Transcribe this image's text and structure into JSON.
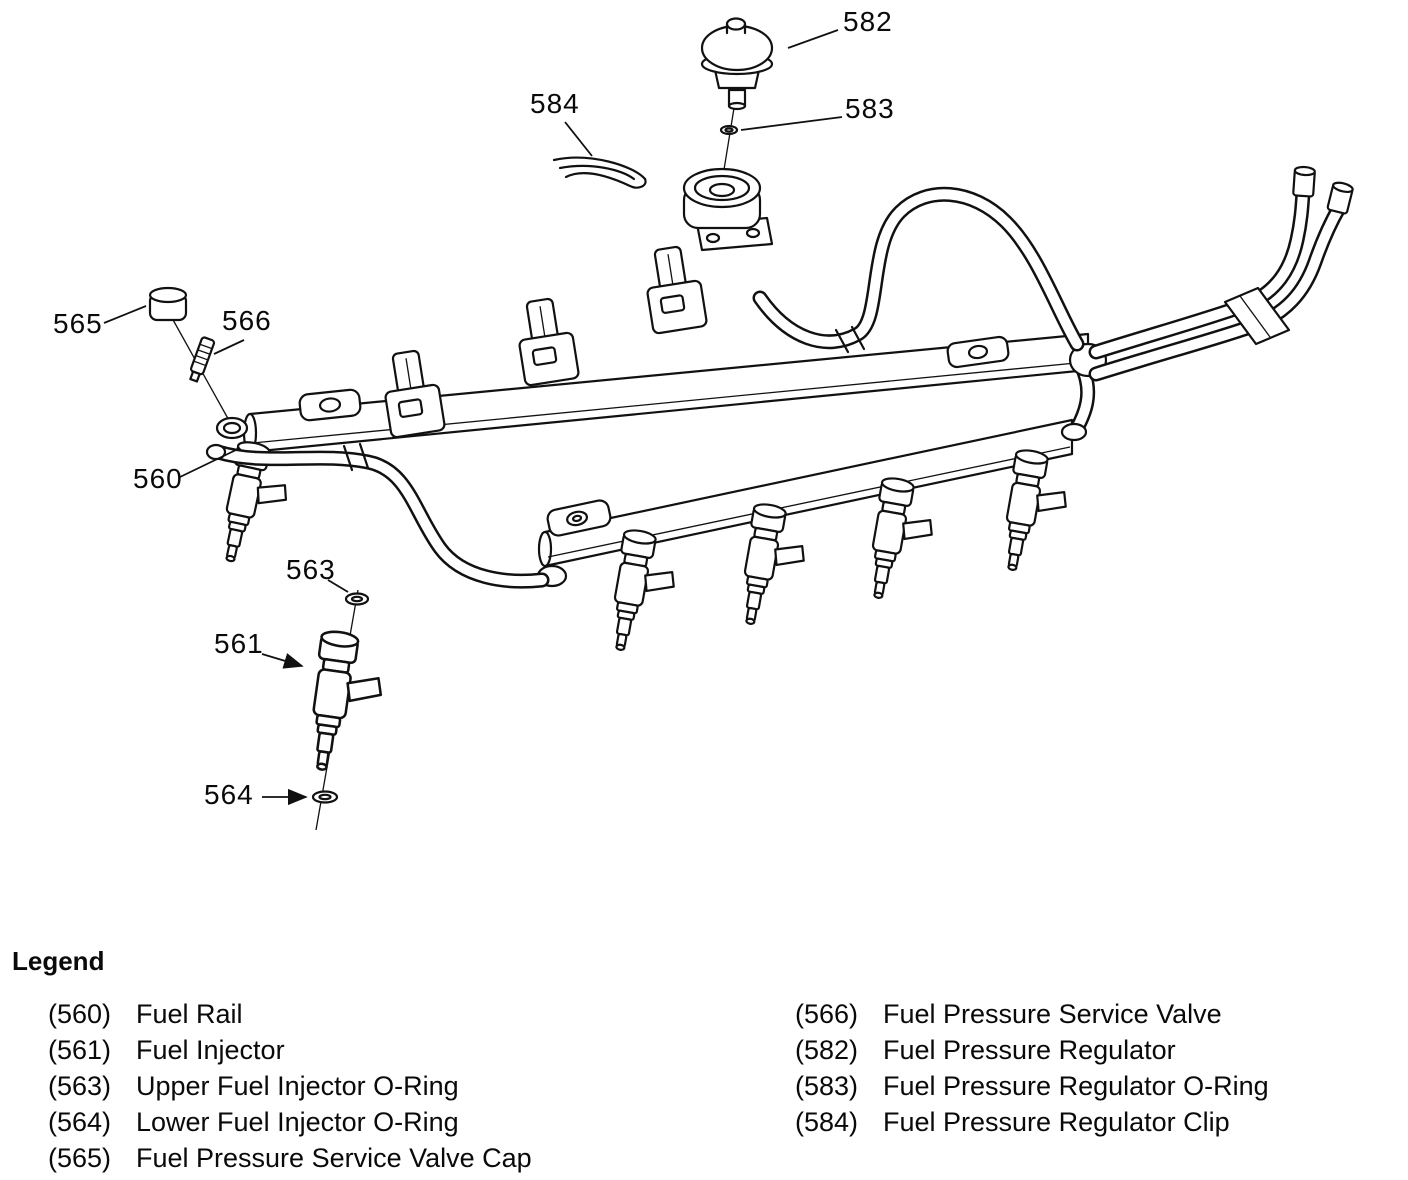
{
  "callouts": [
    {
      "id": "582",
      "label": "582"
    },
    {
      "id": "584",
      "label": "584"
    },
    {
      "id": "583",
      "label": "583"
    },
    {
      "id": "565",
      "label": "565"
    },
    {
      "id": "566",
      "label": "566"
    },
    {
      "id": "560",
      "label": "560"
    },
    {
      "id": "563",
      "label": "563"
    },
    {
      "id": "561",
      "label": "561"
    },
    {
      "id": "564",
      "label": "564"
    }
  ],
  "legend": {
    "title": "Legend",
    "left": [
      {
        "num": "(560)",
        "label": "Fuel Rail"
      },
      {
        "num": "(561)",
        "label": "Fuel Injector"
      },
      {
        "num": "(563)",
        "label": "Upper Fuel Injector O-Ring"
      },
      {
        "num": "(564)",
        "label": "Lower Fuel Injector O-Ring"
      },
      {
        "num": "(565)",
        "label": "Fuel Pressure Service Valve Cap"
      }
    ],
    "right": [
      {
        "num": "(566)",
        "label": "Fuel Pressure Service Valve"
      },
      {
        "num": "(582)",
        "label": "Fuel Pressure Regulator"
      },
      {
        "num": "(583)",
        "label": "Fuel Pressure Regulator O-Ring"
      },
      {
        "num": "(584)",
        "label": "Fuel Pressure Regulator Clip"
      }
    ]
  }
}
